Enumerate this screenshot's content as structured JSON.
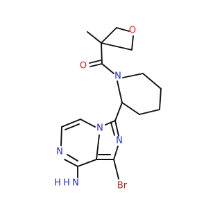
{
  "molecule": {
    "atom_labels": {
      "o_ring": "O",
      "o_carbonyl": "O",
      "n_piperidine": "N",
      "n_bridge": "N",
      "n_imidazole": "N",
      "n_pyrazine": "N",
      "br": "Br",
      "nh2_n": "N",
      "nh2_h": "H",
      "nh2_h2": "H"
    },
    "colors": {
      "bond": "#111111",
      "oxygen": "#e8191c",
      "nitrogen": "#1f2bd6",
      "bromine": "#a52a1b"
    }
  }
}
